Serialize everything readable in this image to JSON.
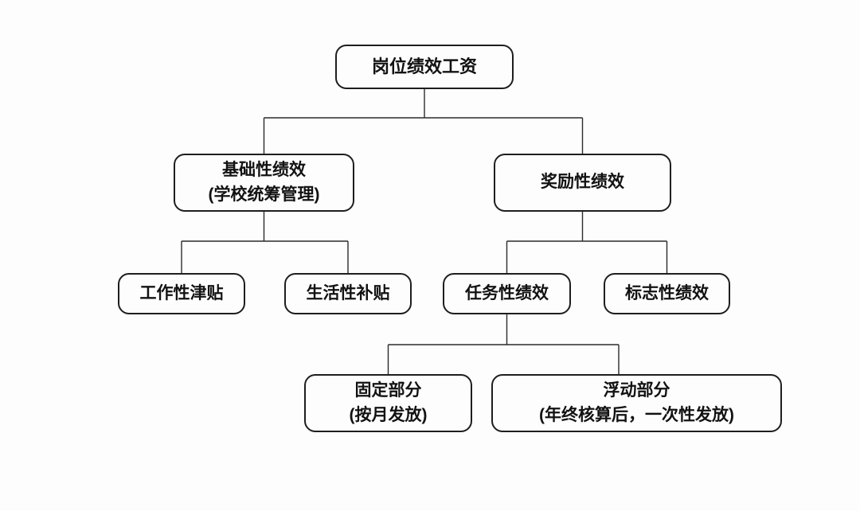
{
  "diagram": {
    "type": "org-tree-flowchart",
    "background_color": "#fdfdfd",
    "box_border_color": "#1e1e1e",
    "line_color": "#2b2b2b",
    "text_color": "#121212",
    "nodes": {
      "root": {
        "label": "岗位绩效工资"
      },
      "jichu": {
        "label": "基础性绩效",
        "sublabel": "(学校统筹管理)"
      },
      "jiangli": {
        "label": "奖励性绩效"
      },
      "gongzuo": {
        "label": "工作性津贴"
      },
      "shenghuo": {
        "label": "生活性补贴"
      },
      "renwu": {
        "label": "任务性绩效"
      },
      "biaozhi": {
        "label": "标志性绩效"
      },
      "guding": {
        "label": "固定部分",
        "sublabel": "(按月发放)"
      },
      "fudong": {
        "label": "浮动部分",
        "sublabel": "(年终核算后，一次性发放)"
      }
    },
    "edges": [
      {
        "from": "root",
        "to": "jichu"
      },
      {
        "from": "root",
        "to": "jiangli"
      },
      {
        "from": "jichu",
        "to": "gongzuo"
      },
      {
        "from": "jichu",
        "to": "shenghuo"
      },
      {
        "from": "jiangli",
        "to": "renwu"
      },
      {
        "from": "jiangli",
        "to": "biaozhi"
      },
      {
        "from": "renwu",
        "to": "guding"
      },
      {
        "from": "renwu",
        "to": "fudong"
      }
    ]
  }
}
